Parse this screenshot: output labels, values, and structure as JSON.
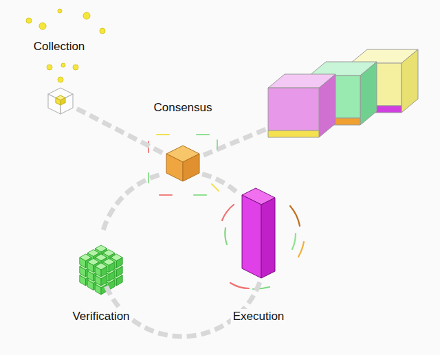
{
  "diagram": {
    "nodes": [
      {
        "text": [
          "Collection"
        ]
      },
      {
        "text": [
          "Consensus"
        ]
      },
      {
        "text": [
          "Verification"
        ]
      },
      {
        "text": [
          "Execution"
        ]
      }
    ],
    "edges": [
      {
        "from": 0,
        "to": 1,
        "arrow": "none"
      },
      {
        "from": 1,
        "to": 3,
        "arrow": "none"
      },
      {
        "from": 3,
        "to": 2,
        "arrow": "none"
      },
      {
        "from": 2,
        "to": 1,
        "arrow": "none"
      }
    ]
  }
}
